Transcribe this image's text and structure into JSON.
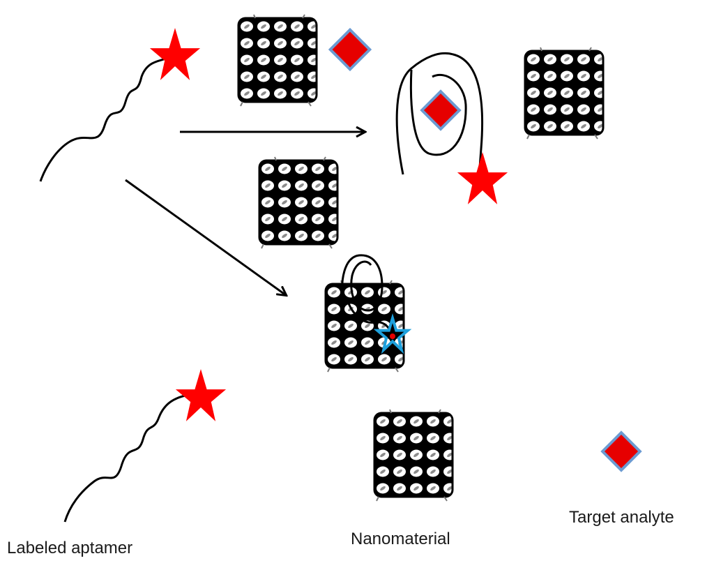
{
  "legend": {
    "labeled_aptamer": "Labeled aptamer",
    "nanomaterial": "Nanomaterial",
    "target_analyte": "Target analyte"
  },
  "colors": {
    "label_star": "#ff0000",
    "quenched_star": "#1ea0dc",
    "analyte_fill": "#e60000",
    "analyte_border": "#6c9bd2",
    "strand": "#000000",
    "arrow": "#000000"
  },
  "icons": {
    "label": "red-star-icon",
    "quenched_label": "blue-star-icon",
    "analyte": "diamond-icon",
    "nanomaterial": "graphene-sheet-icon"
  }
}
